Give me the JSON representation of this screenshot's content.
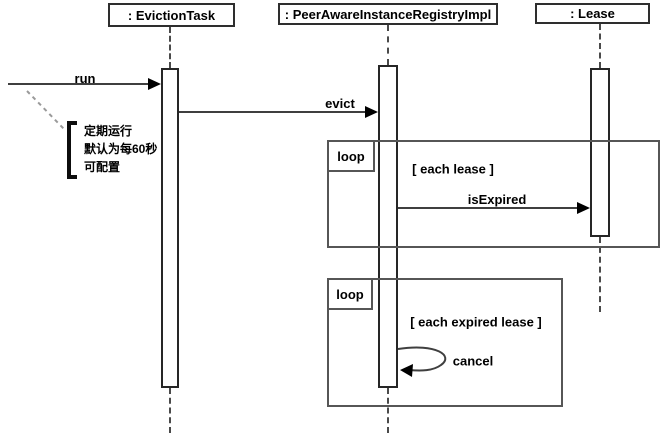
{
  "participants": [
    {
      "label": ": EvictionTask"
    },
    {
      "label": ": PeerAwareInstanceRegistryImpl"
    },
    {
      "label": ": Lease"
    }
  ],
  "messages": {
    "run": {
      "label": "run"
    },
    "evict": {
      "label": "evict"
    },
    "is_expired": {
      "label": "isExpired"
    },
    "cancel": {
      "label": "cancel"
    }
  },
  "fragments": [
    {
      "operator": "loop",
      "guard": "[ each lease ]"
    },
    {
      "operator": "loop",
      "guard": "[ each expired lease ]"
    }
  ],
  "note": {
    "lines": [
      "定期运行",
      "默认为每60秒",
      "可配置"
    ]
  },
  "colors": {
    "line": "#3f3f3f",
    "arrowhead": "#000000",
    "note_anchor": "#9a9a9a",
    "background": "#ffffff"
  }
}
